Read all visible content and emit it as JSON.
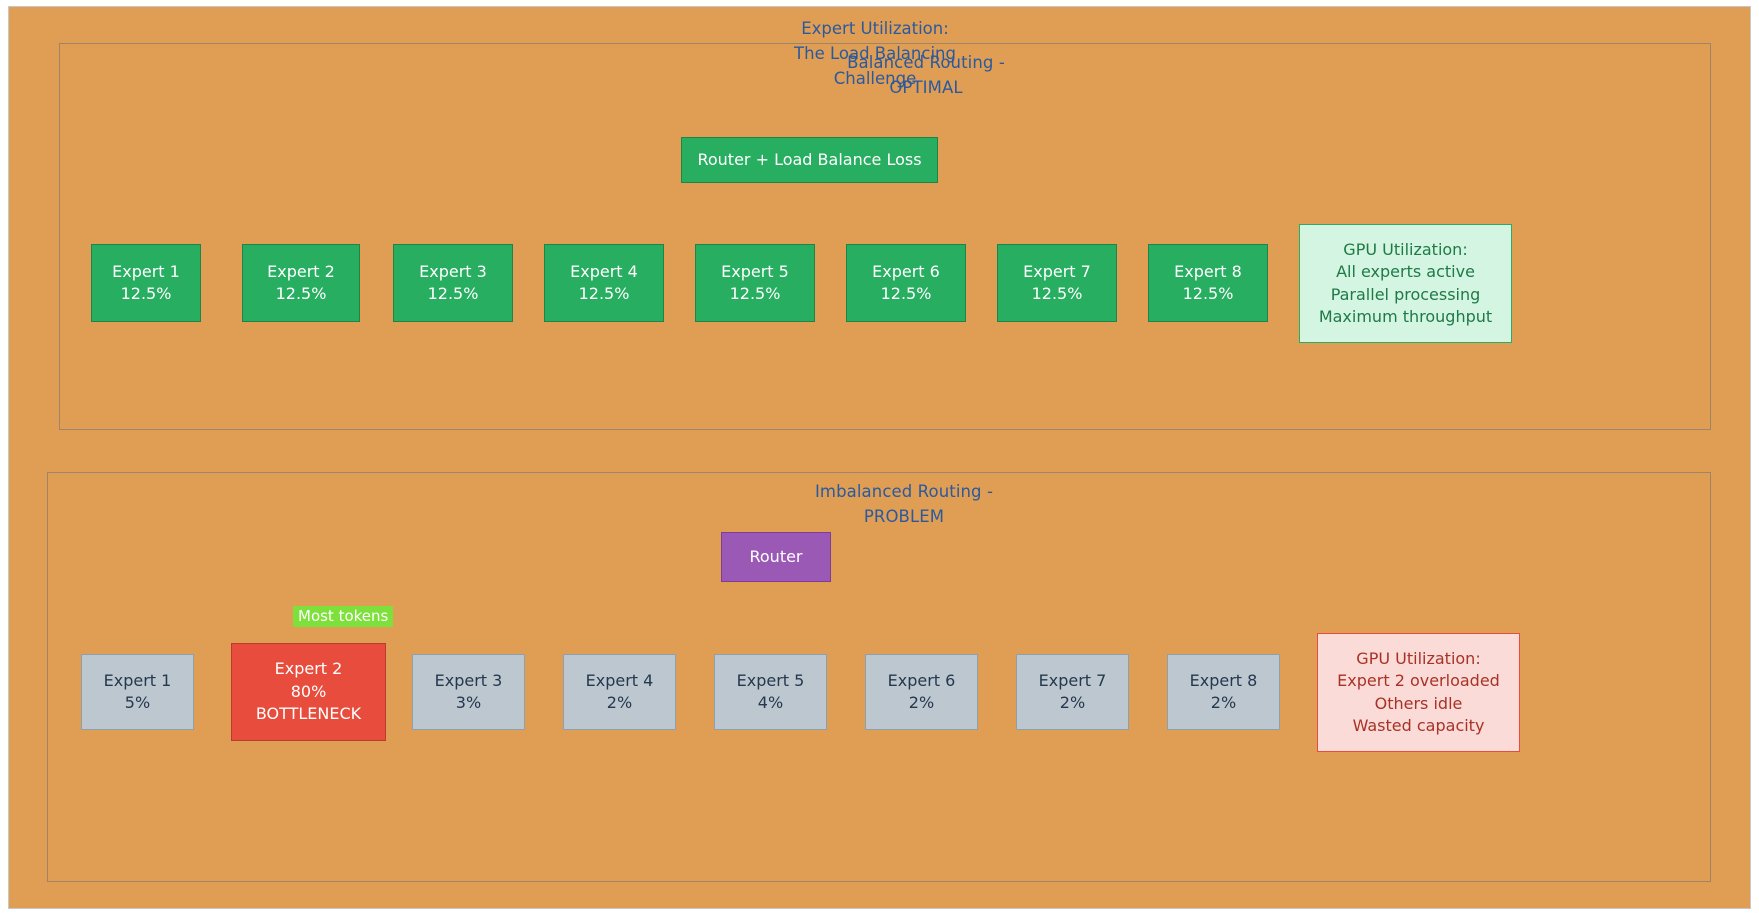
{
  "diagram": {
    "title": "Expert Utilization: The Load Balancing Challenge",
    "background_color": "#e09d54",
    "title_color": "#2a5a9e"
  },
  "balanced": {
    "title": "Balanced Routing - OPTIMAL",
    "router": {
      "label": "Router + Load Balance Loss",
      "color": "#27ae60"
    },
    "experts": [
      {
        "name": "Expert 1",
        "value": "12.5%"
      },
      {
        "name": "Expert 2",
        "value": "12.5%"
      },
      {
        "name": "Expert 3",
        "value": "12.5%"
      },
      {
        "name": "Expert 4",
        "value": "12.5%"
      },
      {
        "name": "Expert 5",
        "value": "12.5%"
      },
      {
        "name": "Expert 6",
        "value": "12.5%"
      },
      {
        "name": "Expert 7",
        "value": "12.5%"
      },
      {
        "name": "Expert 8",
        "value": "12.5%"
      }
    ],
    "info": {
      "line1": "GPU Utilization:",
      "line2": "All experts active",
      "line3": "Parallel processing",
      "line4": "Maximum throughput",
      "color": "#1e7a46"
    }
  },
  "imbalanced": {
    "title": "Imbalanced Routing - PROBLEM",
    "router": {
      "label": "Router",
      "color": "#9b59b6"
    },
    "edge_label": "Most tokens",
    "experts": [
      {
        "name": "Expert 1",
        "value": "5%",
        "note": "",
        "state": "idle"
      },
      {
        "name": "Expert 2",
        "value": "80%",
        "note": "BOTTLENECK",
        "state": "overloaded"
      },
      {
        "name": "Expert 3",
        "value": "3%",
        "note": "",
        "state": "idle"
      },
      {
        "name": "Expert 4",
        "value": "2%",
        "note": "",
        "state": "idle"
      },
      {
        "name": "Expert 5",
        "value": "4%",
        "note": "",
        "state": "idle"
      },
      {
        "name": "Expert 6",
        "value": "2%",
        "note": "",
        "state": "idle"
      },
      {
        "name": "Expert 7",
        "value": "2%",
        "note": "",
        "state": "idle"
      },
      {
        "name": "Expert 8",
        "value": "2%",
        "note": "",
        "state": "idle"
      }
    ],
    "info": {
      "line1": "GPU Utilization:",
      "line2": "Expert 2 overloaded",
      "line3": "Others idle",
      "line4": "Wasted capacity",
      "color": "#a93226"
    }
  }
}
